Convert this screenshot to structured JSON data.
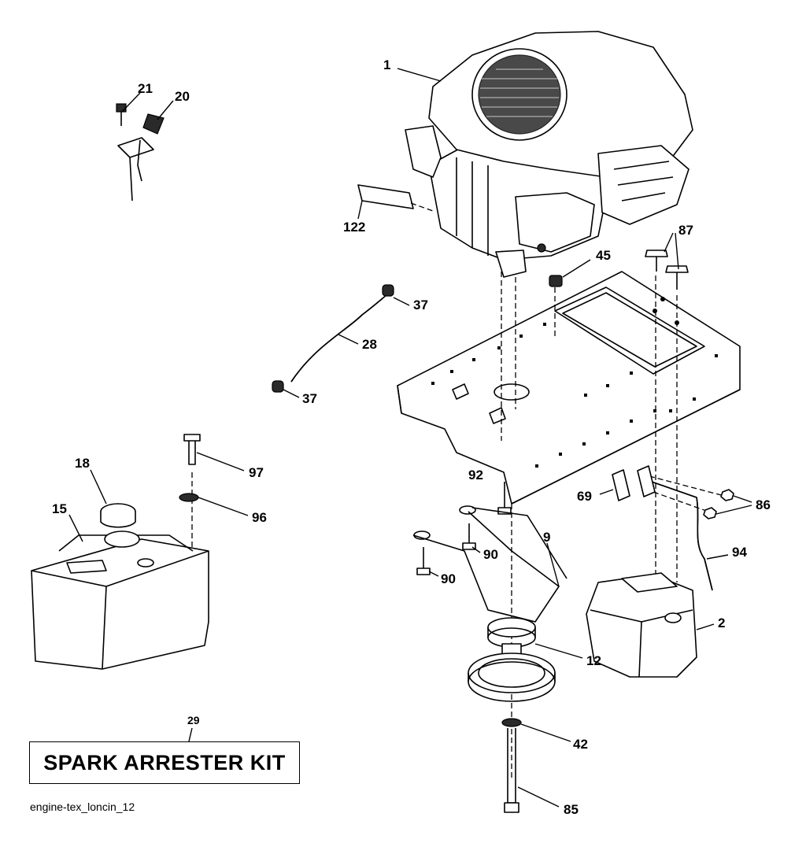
{
  "callouts": {
    "c1": "1",
    "c2": "2",
    "c9": "9",
    "c12": "12",
    "c15": "15",
    "c18": "18",
    "c20": "20",
    "c21": "21",
    "c28": "28",
    "c29": "29",
    "c37a": "37",
    "c37b": "37",
    "c42": "42",
    "c45": "45",
    "c69": "69",
    "c85": "85",
    "c86": "86",
    "c87": "87",
    "c90a": "90",
    "c90b": "90",
    "c92": "92",
    "c94": "94",
    "c96": "96",
    "c97": "97",
    "c122": "122"
  },
  "kit_label": "SPARK ARRESTER KIT",
  "diagram_id": "engine-tex_loncin_12"
}
